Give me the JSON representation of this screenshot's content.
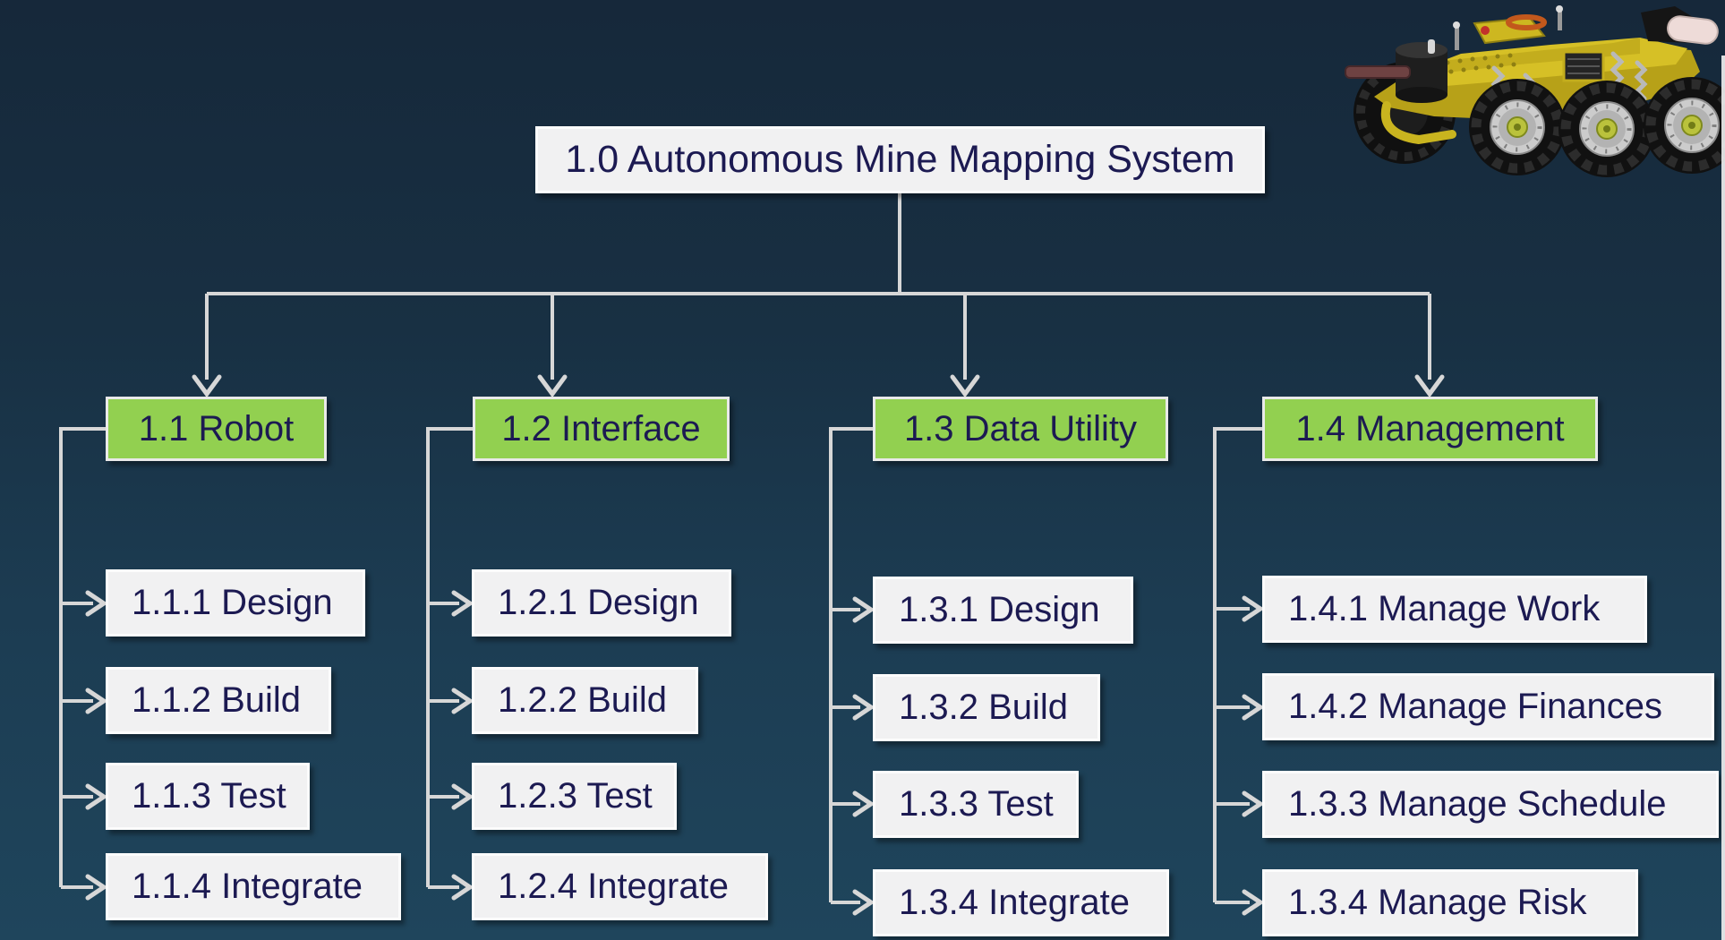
{
  "title": {
    "label": "1.0 Autonomous Mine Mapping System"
  },
  "branches": [
    {
      "label": "1.1 Robot",
      "children": [
        "1.1.1 Design",
        "1.1.2 Build",
        "1.1.3 Test",
        "1.1.4 Integrate"
      ]
    },
    {
      "label": "1.2 Interface",
      "children": [
        "1.2.1 Design",
        "1.2.2 Build",
        "1.2.3 Test",
        "1.2.4 Integrate"
      ]
    },
    {
      "label": "1.3 Data Utility",
      "children": [
        "1.3.1 Design",
        "1.3.2 Build",
        "1.3.3 Test",
        "1.3.4 Integrate"
      ]
    },
    {
      "label": "1.4 Management",
      "children": [
        "1.4.1 Manage Work",
        "1.4.2 Manage Finances",
        "1.3.3 Manage Schedule",
        "1.3.4 Manage Risk"
      ]
    }
  ],
  "decor": {
    "robot_image": "yellow six-wheeled autonomous mine-mapping robot (CAD render)"
  },
  "colors": {
    "background_top": "#16283a",
    "background_bottom": "#1f455c",
    "branch_box": "#92d050",
    "node_box": "#f1f1f2",
    "text": "#1c1a52",
    "connector": "#d7d7d7"
  }
}
